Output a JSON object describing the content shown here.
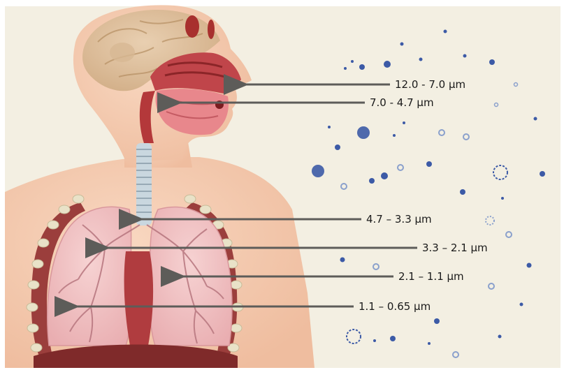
{
  "diagram": {
    "particle_size_labels": [
      {
        "region": "nasal-cavity",
        "text": "12.0 - 7.0 µm"
      },
      {
        "region": "pharynx",
        "text": "7.0 - 4.7 µm"
      },
      {
        "region": "trachea",
        "text": "4.7 – 3.3 µm"
      },
      {
        "region": "primary-bronchi",
        "text": "3.3 – 2.1 µm"
      },
      {
        "region": "secondary-bronchi",
        "text": "2.1 – 1.1 µm"
      },
      {
        "region": "alveoli",
        "text": "1.1 – 0.65 µm"
      }
    ]
  },
  "colors": {
    "background": "#f3efe2",
    "skin": "#f6cdb2",
    "lung": "#f2c3c4",
    "lung_dark": "#8c2f2f",
    "airway": "#b4383a",
    "arrow": "#5d5c59",
    "particle": "#3c5aa6"
  }
}
